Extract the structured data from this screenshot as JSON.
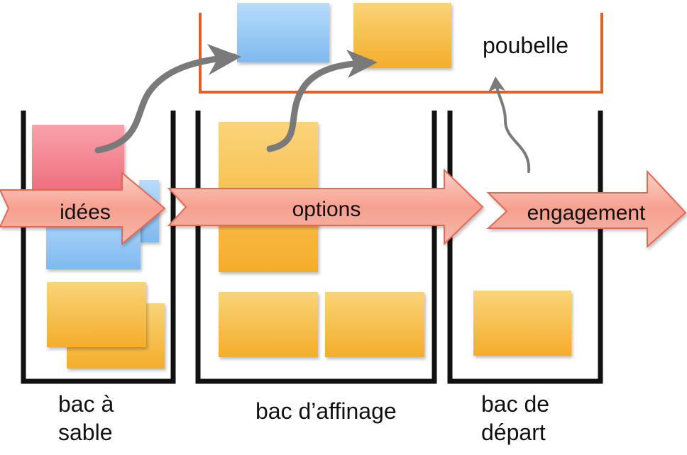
{
  "labels": {
    "poubelle": "poubelle",
    "sandbox": "bac à\nsable",
    "refinement": "bac d’affinage",
    "departure": "bac de\ndépart"
  },
  "flow": {
    "ideas": "idées",
    "options": "options",
    "commitment": "engagement"
  },
  "colors": {
    "trash_border": "#e0602a",
    "bin_border": "#111111",
    "flow_arrow": "#f8a99a",
    "flow_arrow_border": "#e06a55",
    "note_yellow": "#f7c046",
    "note_blue": "#94c8f5",
    "note_pink": "#f4838f",
    "curve_arrow": "#7a7a7a"
  }
}
